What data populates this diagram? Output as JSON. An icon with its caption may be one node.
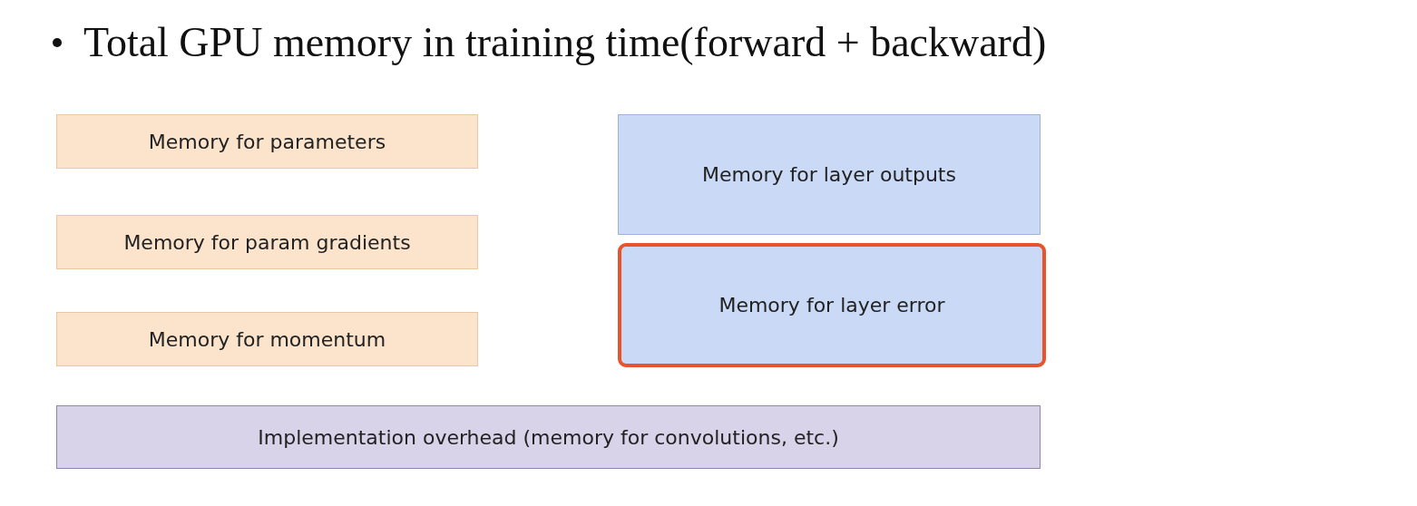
{
  "diagram": {
    "title": "Total GPU memory in training time(forward + backward)",
    "nodes": [
      {
        "text": [
          "Memory for parameters"
        ]
      },
      {
        "text": [
          "Memory for param gradients"
        ]
      },
      {
        "text": [
          "Memory for momentum"
        ]
      },
      {
        "text": [
          "Memory for layer outputs"
        ]
      },
      {
        "text": [
          "Memory for layer error"
        ]
      },
      {
        "text": [
          "Implementation overhead (memory for convolutions, etc.)"
        ]
      }
    ]
  }
}
